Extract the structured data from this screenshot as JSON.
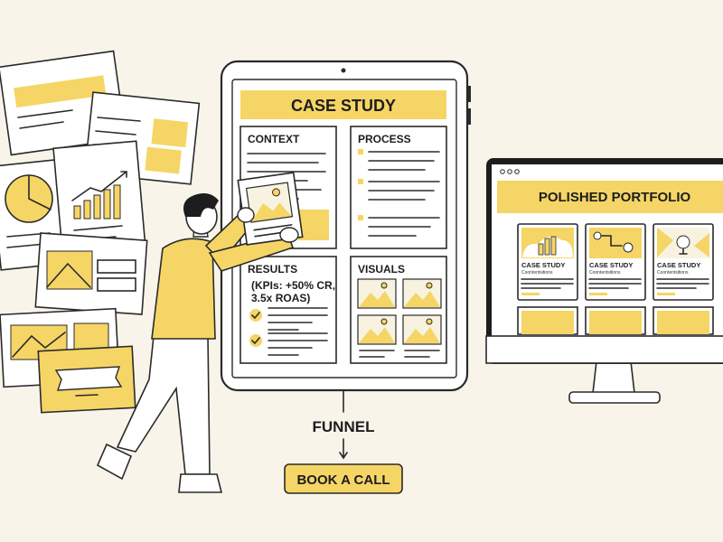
{
  "tablet": {
    "header": "CASE STUDY",
    "panels": {
      "context": "CONTEXT",
      "process": "PROCESS",
      "results": "RESULTS",
      "results_kpi_1": "(KPIs: +50% CR,",
      "results_kpi_2": "3.5x ROAS)",
      "visuals": "VISUALS"
    }
  },
  "funnel": {
    "label": "FUNNEL",
    "cta": "BOOK A CALL"
  },
  "monitor": {
    "header": "POLISHED PORTFOLIO",
    "cards": [
      {
        "title": "CASE STUDY",
        "subtitle": "Coontentsitions"
      },
      {
        "title": "CASE STUDY",
        "subtitle": "Coontentsitions"
      },
      {
        "title": "CASE STUDY",
        "subtitle": "Coontentsitions"
      }
    ]
  },
  "colors": {
    "accent": "#f5d565",
    "background": "#f8f4ea",
    "ink": "#2a2a2a"
  }
}
